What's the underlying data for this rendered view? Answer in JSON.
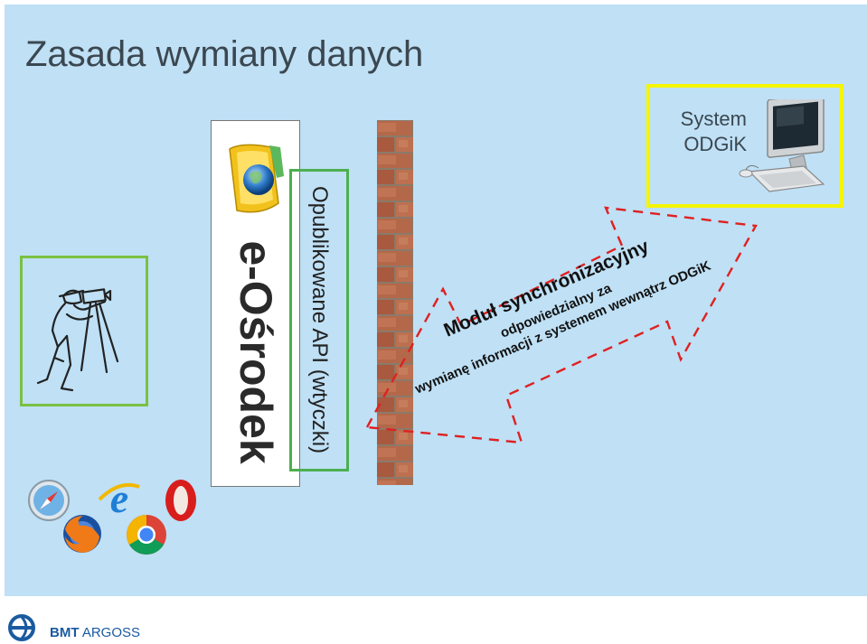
{
  "title": "Zasada wymiany danych",
  "eosrodek_label": "e-Ośrodek",
  "api_label": "Opublikowane API (wtyczki)",
  "odgik": {
    "line1": "System",
    "line2": "ODGiK"
  },
  "arrow": {
    "heading": "Moduł synchronizacyjny",
    "line1": "odpowiedzialny za",
    "line2": "wymianę informacji z systemem wewnątrz ODGiK"
  },
  "footer": {
    "brand_bold": "BMT",
    "brand_rest": " ARGOSS"
  },
  "colors": {
    "slide_background": "#bfe0f5",
    "api_border": "#4caf50",
    "surveyor_border": "#7ac143",
    "odgik_border": "#f5f500",
    "arrow_dash": "#e02020",
    "footer_text": "#1a5aa0"
  },
  "icons": [
    "surveyor-icon",
    "folder-globe-icon",
    "computer-icon",
    "safari-icon",
    "ie-icon",
    "opera-icon",
    "firefox-icon",
    "chrome-icon",
    "bmt-logo-icon"
  ]
}
